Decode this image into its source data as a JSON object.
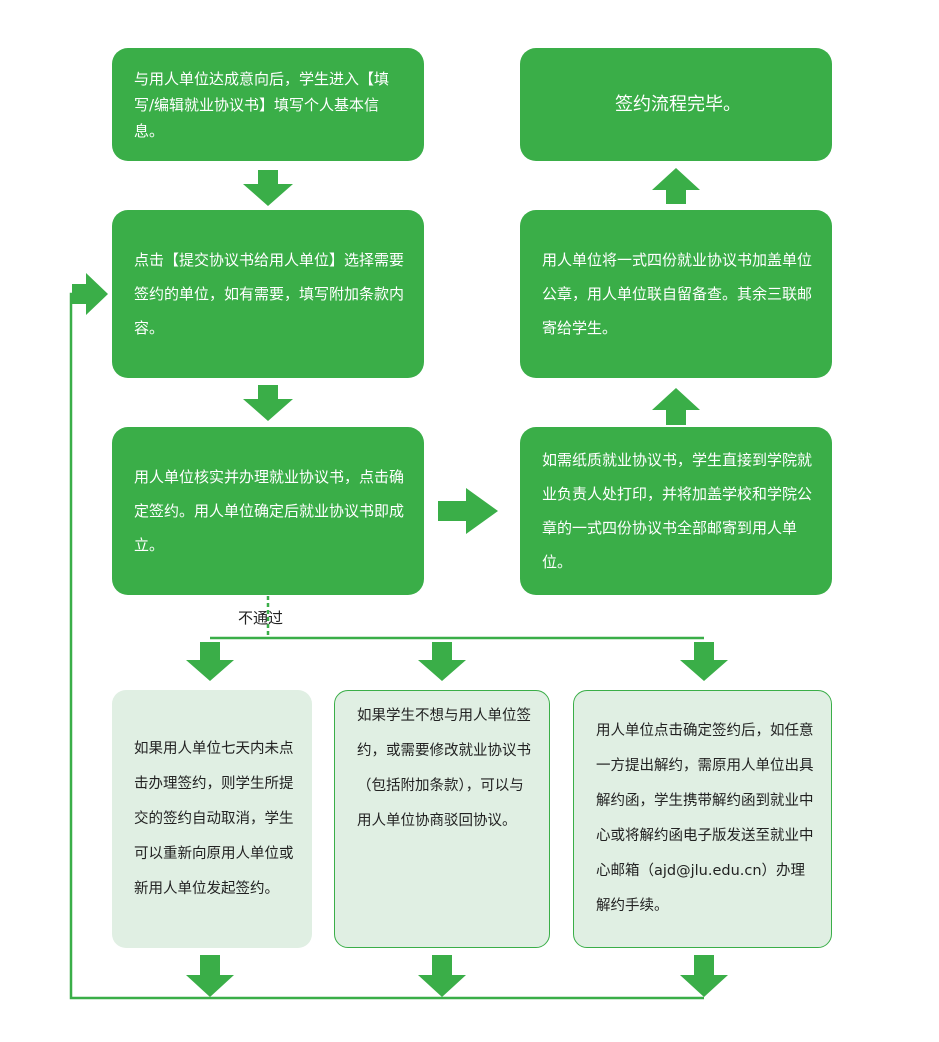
{
  "colors": {
    "green": "#3aae48",
    "pale_green": "#e0efe3",
    "text_dark": "#222222",
    "text_light": "#ffffff"
  },
  "steps": {
    "enter_info": "与用人单位达成意向后，学生进入【填写/编辑就业协议书】填写个人基本信息。",
    "submit": "点击【提交协议书给用人单位】选择需要签约的单位，如有需要，填写附加条款内容。",
    "employer_confirm": "用人单位核实并办理就业协议书，点击确定签约。用人单位确定后就业协议书即成立。",
    "paper_copy": "如需纸质就业协议书，学生直接到学院就业负责人处打印，并将加盖学校和学院公章的一式四份协议书全部邮寄到用人单位。",
    "employer_stamp": "用人单位将一式四份就业协议书加盖单位公章，用人单位联自留备查。其余三联邮寄给学生。",
    "done": "签约流程完毕。"
  },
  "branch_label": "不通过",
  "branches": {
    "timeout": "如果用人单位七天内未点击办理签约，则学生所提交的签约自动取消，学生可以重新向原用人单位或新用人单位发起签约。",
    "renegotiate": "如果学生不想与用人单位签约，或需要修改就业协议书（包括附加条款），可以与用人单位协商驳回协议。",
    "terminate": "用人单位点击确定签约后，如任意一方提出解约，需原用人单位出具解约函，学生携带解约函到就业中心或将解约函电子版发送至就业中心邮箱（ajd@jlu.edu.cn）办理解约手续。"
  }
}
